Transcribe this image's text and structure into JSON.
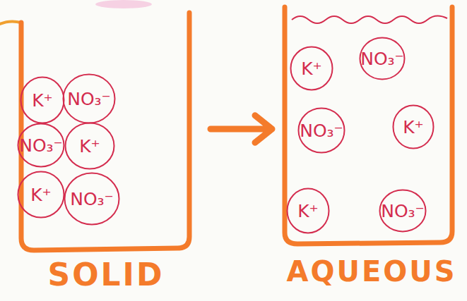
{
  "diagram": {
    "nodes": [
      {
        "text": [
          "SOLID"
        ]
      },
      {
        "text": [
          "K⁺"
        ],
        "in": 0
      },
      {
        "text": [
          "NO₃⁻"
        ],
        "in": 0
      },
      {
        "text": [
          "NO₃⁻"
        ],
        "in": 0
      },
      {
        "text": [
          "K⁺"
        ],
        "in": 0
      },
      {
        "text": [
          "K⁺"
        ],
        "in": 0
      },
      {
        "text": [
          "NO₃⁻"
        ],
        "in": 0
      },
      {
        "text": [
          "AQUEOUS"
        ]
      },
      {
        "text": [
          "K⁺"
        ],
        "in": 7
      },
      {
        "text": [
          "NO₃⁻"
        ],
        "in": 7
      },
      {
        "text": [
          "NO₃⁻"
        ],
        "in": 7
      },
      {
        "text": [
          "K⁺"
        ],
        "in": 7
      },
      {
        "text": [
          "K⁺"
        ],
        "in": 7
      },
      {
        "text": [
          "NO₃⁻"
        ],
        "in": 7
      }
    ],
    "edges": [
      {
        "from": 0,
        "to": 7,
        "arrow": "to"
      }
    ]
  }
}
